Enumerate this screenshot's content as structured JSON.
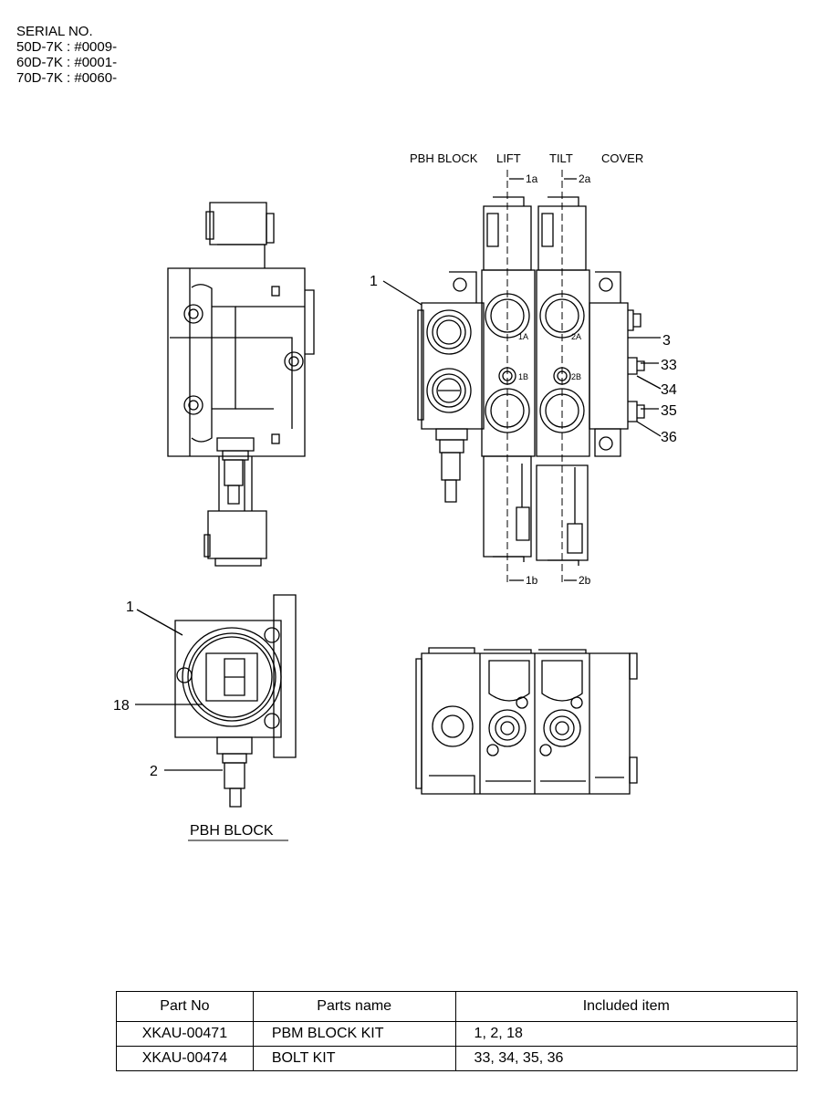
{
  "serial": {
    "heading": "SERIAL NO.",
    "lines": [
      "50D-7K : #0009-",
      "60D-7K : #0001-",
      "70D-7K : #0060-"
    ]
  },
  "diagram": {
    "top_labels": {
      "pbh_block": "PBH BLOCK",
      "lift": "LIFT",
      "tilt": "TILT",
      "cover": "COVER"
    },
    "section_marks": {
      "a1": "1a",
      "a2": "2a",
      "b1": "1b",
      "b2": "2b"
    },
    "port_labels": {
      "p1a": "1A",
      "p1b": "1B",
      "p2a": "2A",
      "p2b": "2B"
    },
    "callouts": {
      "c1_main": "1",
      "c3": "3",
      "c33": "33",
      "c34": "34",
      "c35": "35",
      "c36": "36",
      "c1_pbh": "1",
      "c18": "18",
      "c2": "2"
    },
    "pbh_caption": "PBH BLOCK"
  },
  "table": {
    "headers": [
      "Part No",
      "Parts name",
      "Included item"
    ],
    "rows": [
      [
        "XKAU-00471",
        "PBM BLOCK KIT",
        "1, 2, 18"
      ],
      [
        "XKAU-00474",
        "BOLT KIT",
        "33, 34, 35, 36"
      ]
    ]
  }
}
